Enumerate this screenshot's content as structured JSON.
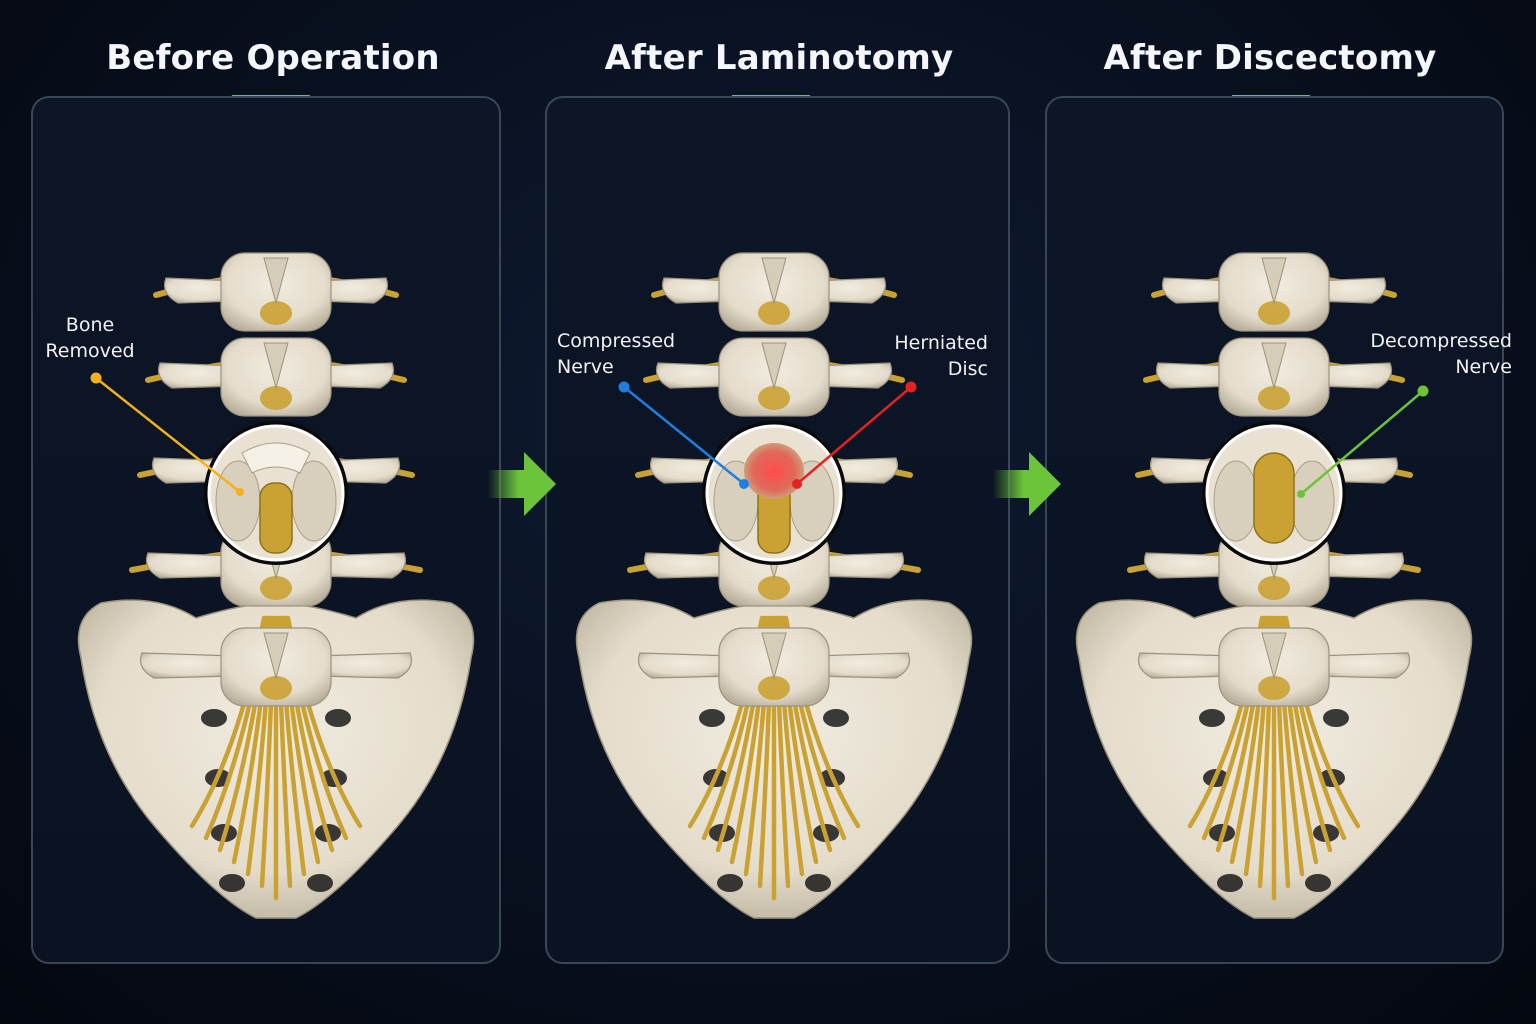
{
  "panels": [
    {
      "title": "Before Operation",
      "labels": [
        {
          "line1": "Bone",
          "line2": "Removed"
        }
      ]
    },
    {
      "title": "After Laminotomy",
      "labels": [
        {
          "line1": "Compressed",
          "line2": "Nerve"
        },
        {
          "line1": "Herniated",
          "line2": "Disc"
        }
      ]
    },
    {
      "title": "After Discectomy",
      "labels": [
        {
          "line1": "Decompressed",
          "line2": "Nerve"
        }
      ]
    }
  ],
  "colors": {
    "accent_green": "#6cc43a",
    "bone": "#e4dccb",
    "nerve": "#caa233",
    "leader_bone_removed": "#f3b21b",
    "leader_compressed_nerve": "#1e7fe0",
    "leader_herniated_disc": "#e52222",
    "leader_decompressed_nerve": "#6cc43a"
  },
  "icons": [
    "right-arrow-icon",
    "magnifier-circle-icon"
  ]
}
